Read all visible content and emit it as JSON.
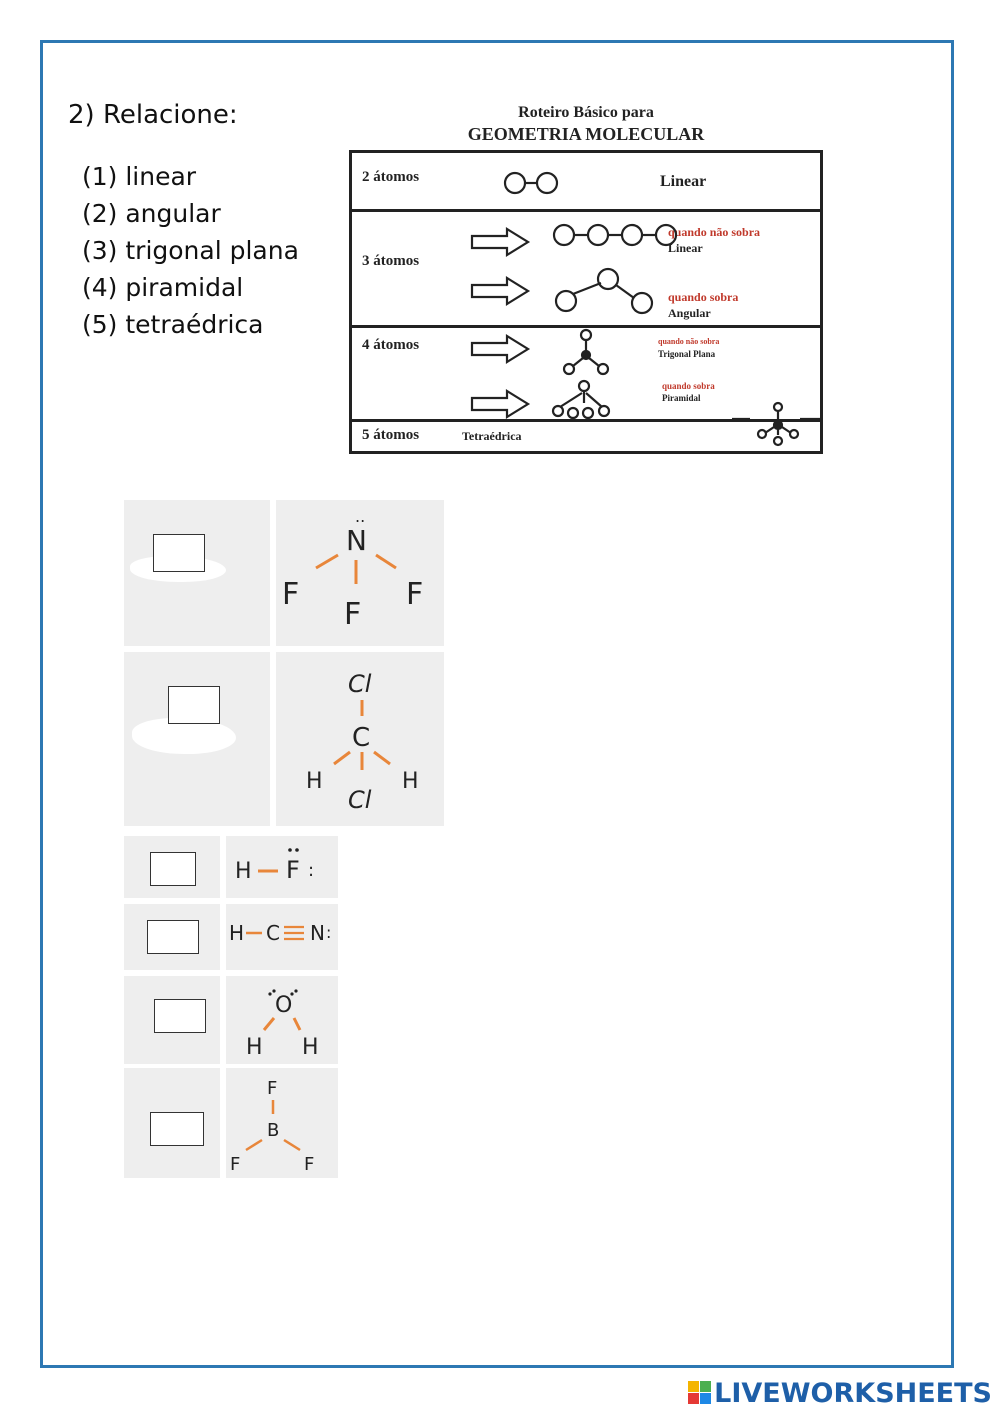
{
  "question": {
    "title": "2) Relacione:"
  },
  "options": [
    "(1) linear",
    "(2) angular",
    "(3) trigonal plana",
    "(4) piramidal",
    "(5) tetraédrica"
  ],
  "table": {
    "title_line1": "Roteiro Básico para",
    "title_line2": "GEOMETRIA MOLECULAR",
    "rows": {
      "two": {
        "label": "2 átomos",
        "result": "Linear"
      },
      "three": {
        "label": "3 átomos",
        "case1_note": "quando não sobra",
        "case1_result": "Linear",
        "case2_note": "quando sobra",
        "case2_result": "Angular"
      },
      "four": {
        "label": "4 átomos",
        "case1_note": "quando não sobra",
        "case1_result": "Trigonal Plana",
        "case2_note": "quando sobra",
        "case2_result": "Piramidal"
      },
      "five": {
        "label": "5 átomos",
        "result": "Tetraédrica"
      }
    }
  },
  "molecules": {
    "nf3": {
      "central": "N",
      "lone": "..",
      "subs": [
        "F",
        "F",
        "F"
      ]
    },
    "ch2cl2": {
      "top": "Cl",
      "central": "C",
      "bottom": "Cl",
      "left": "H",
      "right": "H"
    },
    "hf": {
      "h": "H",
      "f": "F",
      "dots": ":"
    },
    "hcn": {
      "h": "H",
      "c": "C",
      "n": "N",
      "dots": ":"
    },
    "h2o": {
      "o": "O",
      "h1": "H",
      "h2": "H"
    },
    "bf3": {
      "b": "B",
      "f1": "F",
      "f2": "F",
      "f3": "F"
    }
  },
  "colors": {
    "frame": "#2d78b3",
    "bond": "#e8863a",
    "note": "#c0392b"
  },
  "brand": {
    "text": "LIVEWORKSHEETS"
  }
}
